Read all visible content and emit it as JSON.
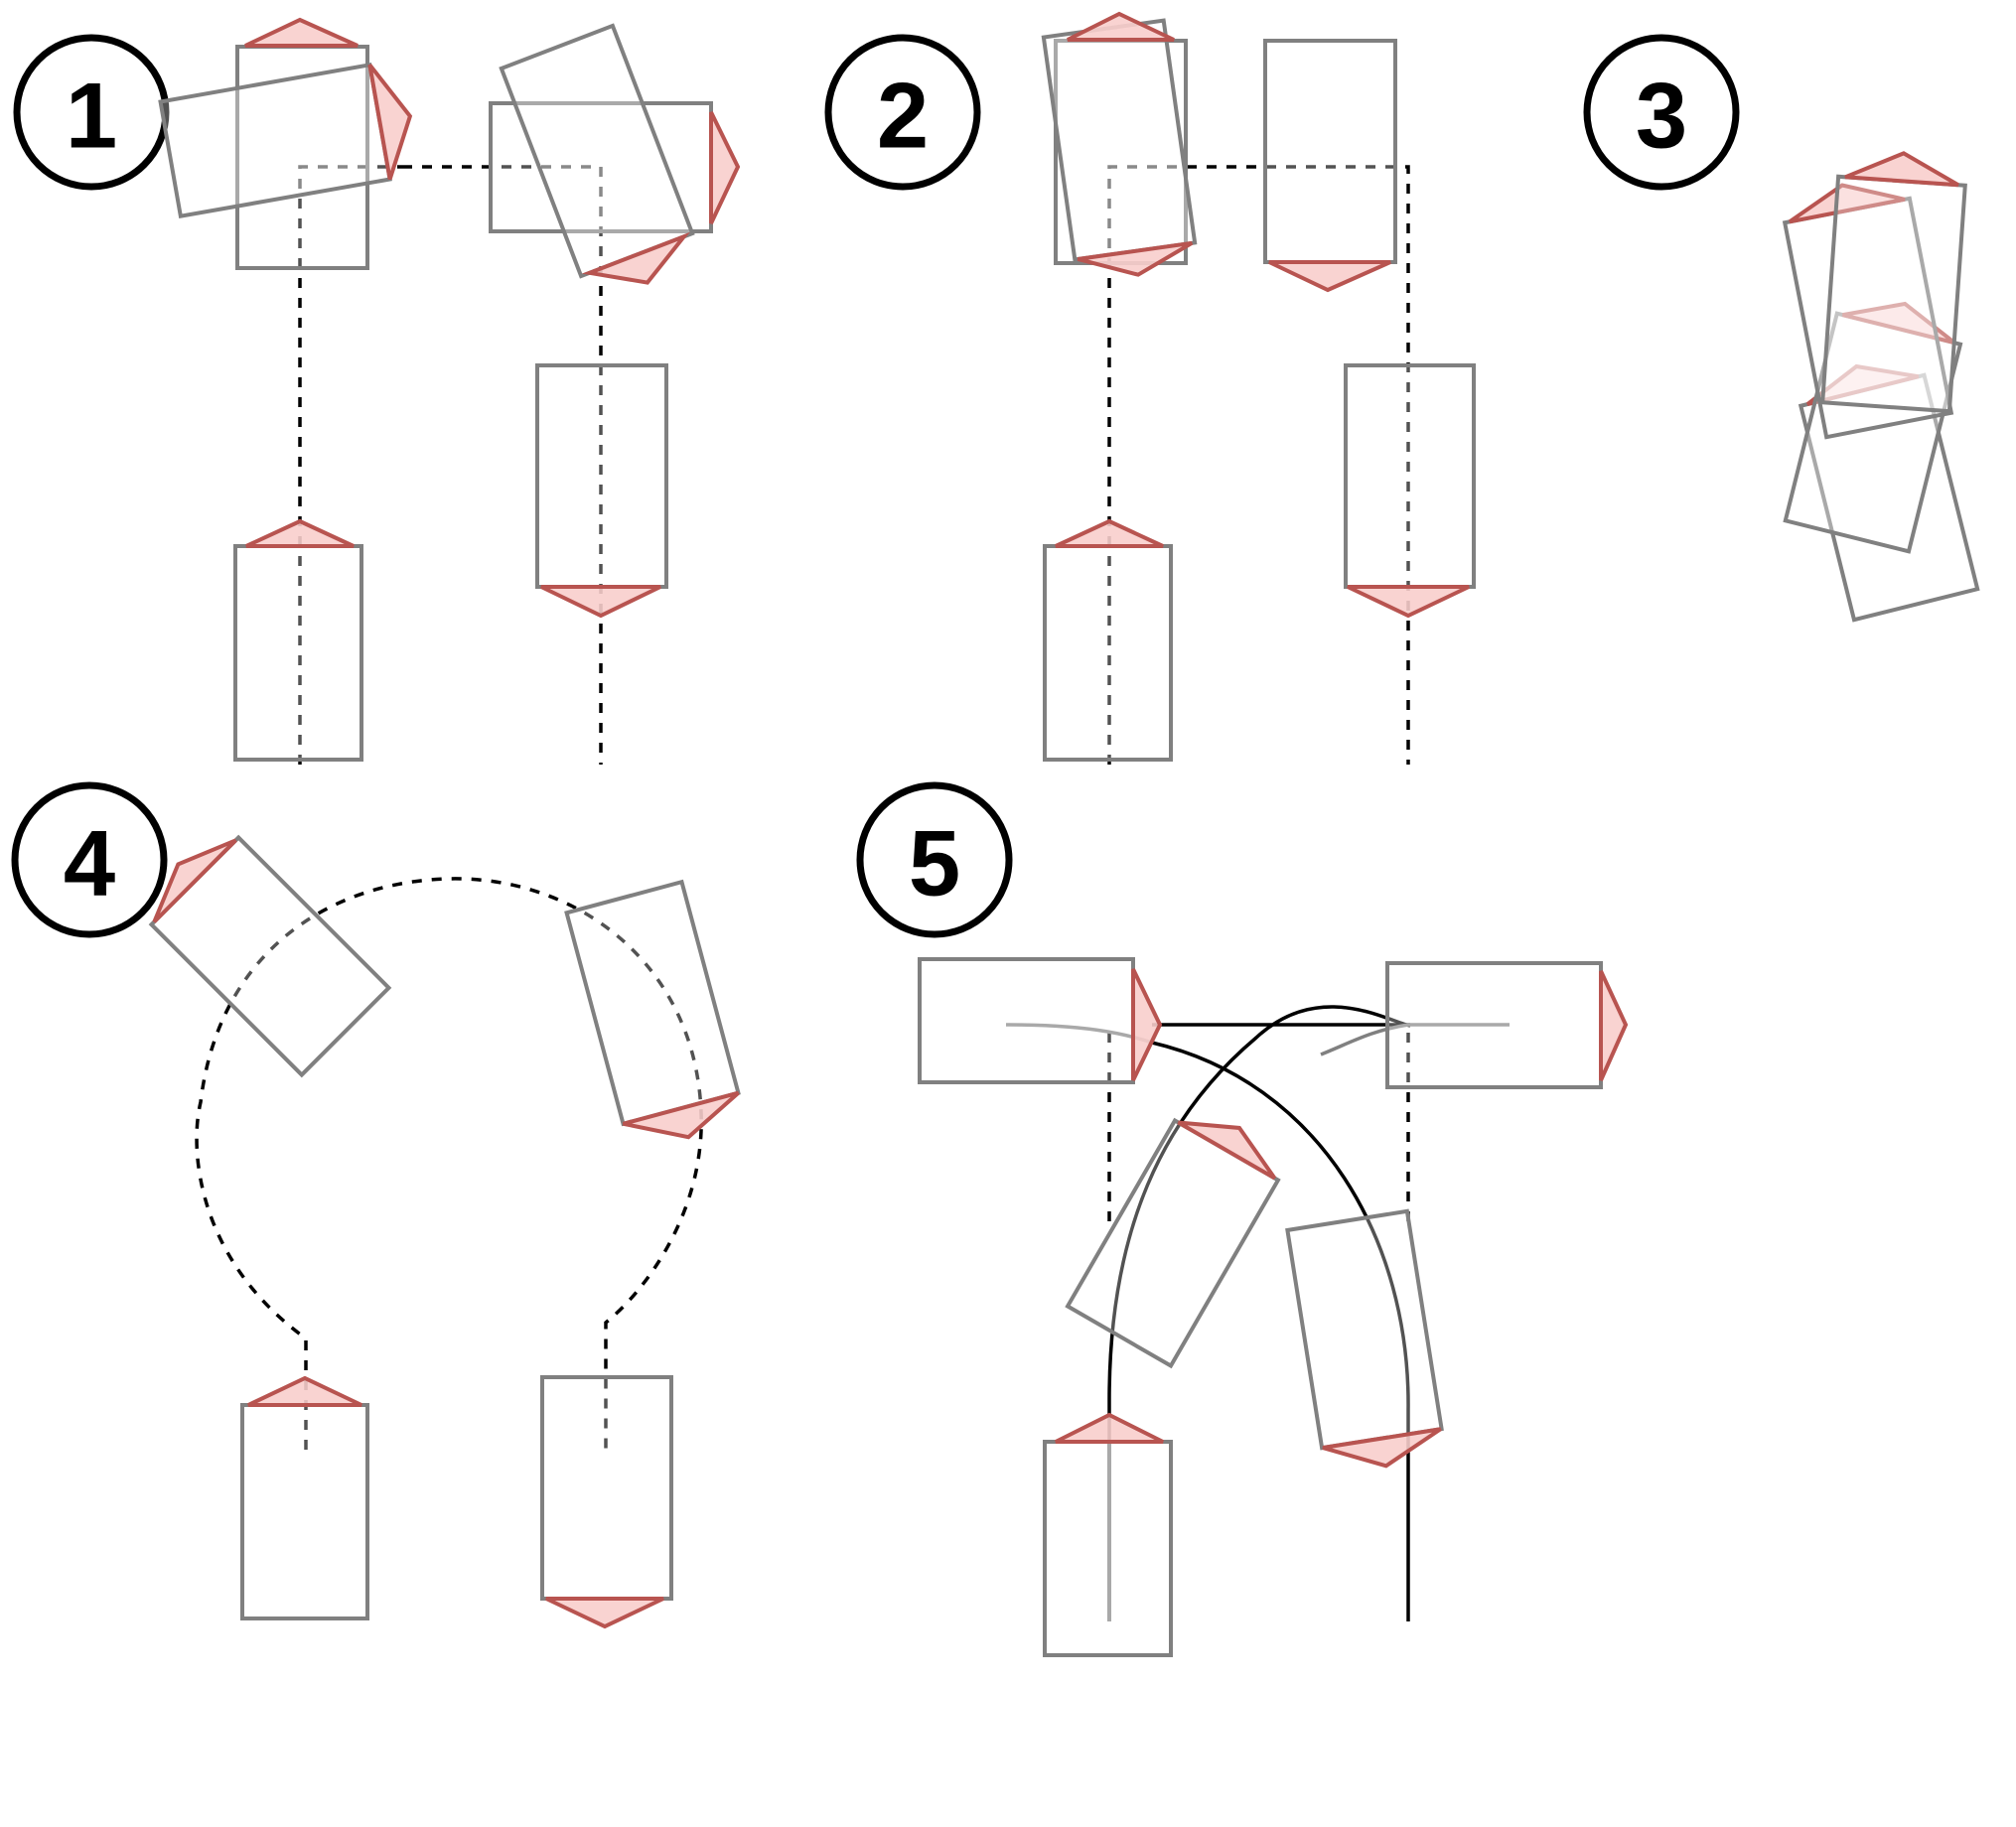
{
  "panels": [
    {
      "id": "panel-1",
      "label": "1"
    },
    {
      "id": "panel-2",
      "label": "2"
    },
    {
      "id": "panel-3",
      "label": "3"
    },
    {
      "id": "panel-4",
      "label": "4"
    },
    {
      "id": "panel-5",
      "label": "5"
    }
  ],
  "colors": {
    "box_stroke": "#808080",
    "arrow_fill": "#f8cecc",
    "arrow_stroke": "#b85450",
    "path": "#000000"
  }
}
